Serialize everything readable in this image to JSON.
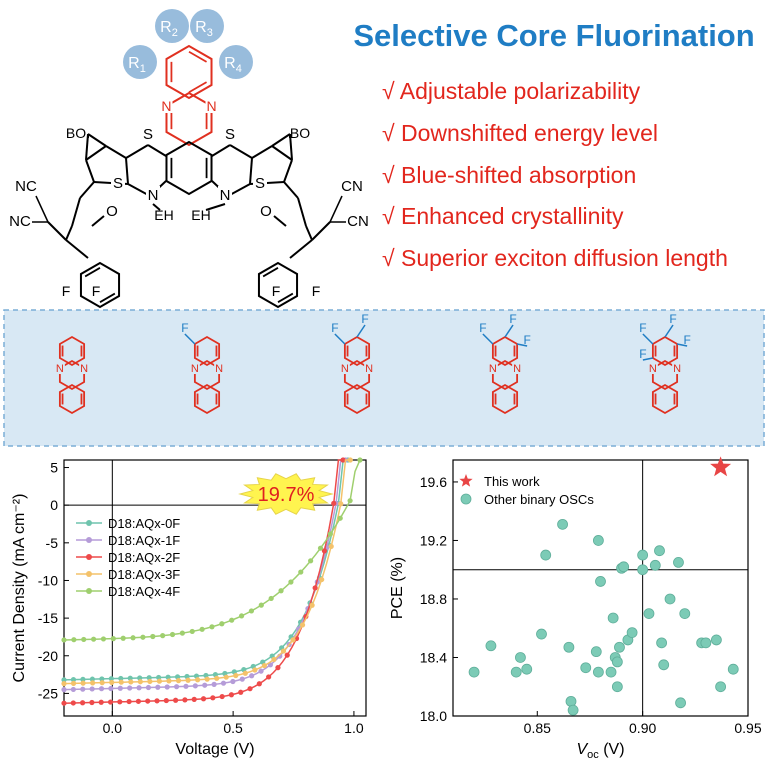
{
  "headline": "Selective Core Fluorination",
  "features": [
    "√ Adjustable polarizability",
    "√ Downshifted energy level",
    "√ Blue-shifted absorption",
    "√ Enhanced crystallinity",
    "√ Superior exciton diffusion length"
  ],
  "molecule": {
    "r_labels": [
      "R1",
      "R2",
      "R3",
      "R4"
    ],
    "atom_labels": {
      "s": "S",
      "n": "N",
      "bo": "BO",
      "eh": "EH",
      "nc": "NC",
      "cn": "CN",
      "o": "O",
      "f": "F"
    }
  },
  "fluorine_variants": [
    {
      "fluorines": 0
    },
    {
      "fluorines": 1
    },
    {
      "fluorines": 2
    },
    {
      "fluorines": 3
    },
    {
      "fluorines": 4
    }
  ],
  "colors": {
    "accent_blue": "#1f7dc4",
    "accent_red": "#e2261d",
    "ring_red": "#e03020",
    "fluorine_blue": "#1f7dc4",
    "band_fill": "#d8e8f4",
    "band_border": "#7aaed6",
    "r_bubble": "#8db5d8",
    "callout_fill": "#fff44f",
    "callout_text": "#e02020"
  },
  "chart_data": [
    {
      "type": "line",
      "title": "",
      "xlabel": "Voltage (V)",
      "ylabel": "Current Density (mA cm⁻²)",
      "xlim": [
        -0.2,
        1.05
      ],
      "ylim": [
        -28,
        6
      ],
      "xticks": [
        "0.0",
        "0.5",
        "1.0"
      ],
      "xtick_values": [
        0.0,
        0.5,
        1.0
      ],
      "yticks": [
        "5",
        "0",
        "-5",
        "-10",
        "-15",
        "-20",
        "-25"
      ],
      "ytick_values": [
        5,
        0,
        -5,
        -10,
        -15,
        -20,
        -25
      ],
      "legend_position": "center-left",
      "callout": "19.7%",
      "series": [
        {
          "name": "D18:AQx-0F",
          "color": "#6fc4ad",
          "jsc": 23.2,
          "voc": 0.94,
          "ff": 0.8,
          "slope_pwr": 8
        },
        {
          "name": "D18:AQx-1F",
          "color": "#b59cd8",
          "jsc": 24.5,
          "voc": 0.93,
          "ff": 0.8,
          "slope_pwr": 8
        },
        {
          "name": "D18:AQx-2F",
          "color": "#ee4a4a",
          "jsc": 26.3,
          "voc": 0.92,
          "ff": 0.8,
          "slope_pwr": 8
        },
        {
          "name": "D18:AQx-3F",
          "color": "#f4c26a",
          "jsc": 23.7,
          "voc": 0.95,
          "ff": 0.8,
          "slope_pwr": 8
        },
        {
          "name": "D18:AQx-4F",
          "color": "#9fcf6e",
          "jsc": 17.9,
          "voc": 0.99,
          "ff": 0.68,
          "slope_pwr": 4
        }
      ]
    },
    {
      "type": "scatter",
      "title": "",
      "xlabel": "Voc (V)",
      "xlabel_main": "V",
      "xlabel_sub": "oc",
      "xlabel_unit": " (V)",
      "ylabel": "PCE (%)",
      "xlim": [
        0.81,
        0.95
      ],
      "ylim": [
        18.0,
        19.75
      ],
      "xticks": [
        "0.85",
        "0.90",
        "0.95"
      ],
      "xtick_values": [
        0.85,
        0.9,
        0.95
      ],
      "yticks": [
        "18.0",
        "18.4",
        "18.8",
        "19.2",
        "19.6"
      ],
      "ytick_values": [
        18.0,
        18.4,
        18.8,
        19.2,
        19.6
      ],
      "reference_lines": {
        "x": 0.9,
        "y": 19.0
      },
      "legend_position": "top-left",
      "series": [
        {
          "name": "This work",
          "marker": "star",
          "color": "#e84545",
          "points": [
            [
              0.937,
              19.7
            ]
          ]
        },
        {
          "name": "Other binary OSCs",
          "marker": "circle",
          "color": "#7ccbb6",
          "points": [
            [
              0.82,
              18.3
            ],
            [
              0.828,
              18.48
            ],
            [
              0.84,
              18.3
            ],
            [
              0.842,
              18.4
            ],
            [
              0.845,
              18.32
            ],
            [
              0.852,
              18.56
            ],
            [
              0.854,
              19.1
            ],
            [
              0.862,
              19.31
            ],
            [
              0.865,
              18.47
            ],
            [
              0.866,
              18.1
            ],
            [
              0.867,
              18.04
            ],
            [
              0.873,
              18.33
            ],
            [
              0.878,
              18.44
            ],
            [
              0.879,
              18.3
            ],
            [
              0.879,
              19.2
            ],
            [
              0.88,
              18.92
            ],
            [
              0.885,
              18.3
            ],
            [
              0.886,
              18.67
            ],
            [
              0.887,
              18.4
            ],
            [
              0.888,
              18.37
            ],
            [
              0.888,
              18.2
            ],
            [
              0.889,
              18.47
            ],
            [
              0.89,
              19.01
            ],
            [
              0.891,
              19.02
            ],
            [
              0.893,
              18.52
            ],
            [
              0.895,
              18.57
            ],
            [
              0.9,
              19.1
            ],
            [
              0.9,
              19.0
            ],
            [
              0.903,
              18.7
            ],
            [
              0.906,
              19.03
            ],
            [
              0.908,
              19.13
            ],
            [
              0.909,
              18.5
            ],
            [
              0.91,
              18.35
            ],
            [
              0.913,
              18.8
            ],
            [
              0.917,
              19.05
            ],
            [
              0.918,
              18.09
            ],
            [
              0.92,
              18.7
            ],
            [
              0.928,
              18.5
            ],
            [
              0.93,
              18.5
            ],
            [
              0.935,
              18.52
            ],
            [
              0.937,
              18.2
            ],
            [
              0.943,
              18.32
            ]
          ]
        }
      ]
    }
  ]
}
